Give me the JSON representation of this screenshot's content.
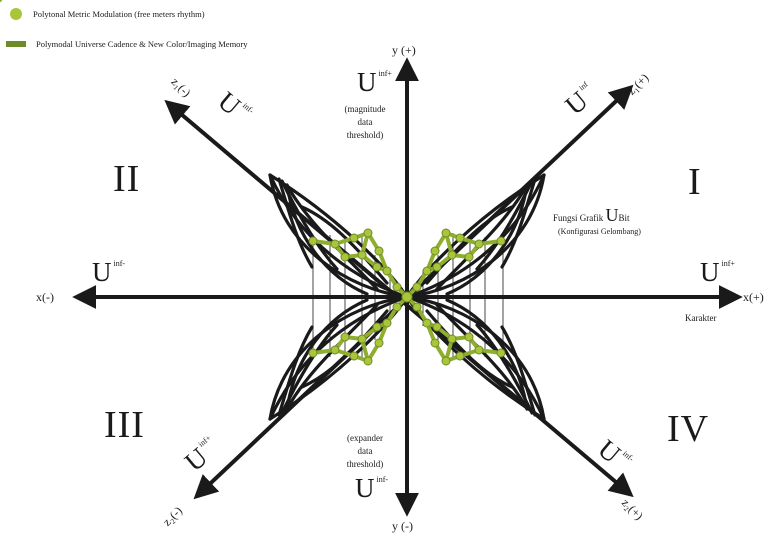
{
  "legend": {
    "items": [
      {
        "label": "Polytonal Metric Modulation (free meters rhythm)",
        "swatch": "circle",
        "color": "#a9c63a"
      },
      {
        "label": "Polymodal Universe Cadence & New Color/Imaging Memory",
        "swatch": "bar",
        "color": "#6f8a2a"
      }
    ]
  },
  "axes": {
    "y_pos": "y (+)",
    "y_neg": "y (-)",
    "x_neg": "x(-)",
    "x_pos": "x(+)",
    "z1_neg": "z₁(-)",
    "z1_pos": "z₁(+)",
    "z2_neg": "z₂(-)",
    "z2_pos": "z₂(+)"
  },
  "quadrants": {
    "I": "I",
    "II": "II",
    "III": "III",
    "IV": "IV"
  },
  "u_labels": {
    "base": "U",
    "top": "inf+",
    "right": "inf+",
    "left": "inf-",
    "bottom": "inf-",
    "diag_ul": "inf-",
    "diag_ur": "inf",
    "diag_ll": "inf+",
    "diag_lr": "inf-"
  },
  "annotations": {
    "magnitude": [
      "(magnitude",
      "data",
      "threshold)"
    ],
    "expander": [
      "(expander",
      "data",
      "threshold)"
    ],
    "fungsi_prefix": "Fungsi Grafik",
    "fungsi_u": "U",
    "fungsi_sub": "Bit",
    "fungsi_note": "(Konfigurasi Gelombang)",
    "karakter": "Karakter"
  },
  "colors": {
    "ink": "#1a1a1a",
    "node": "#a9c63a",
    "node_edge": "#6f8a2a",
    "link": "#8fae2e"
  }
}
